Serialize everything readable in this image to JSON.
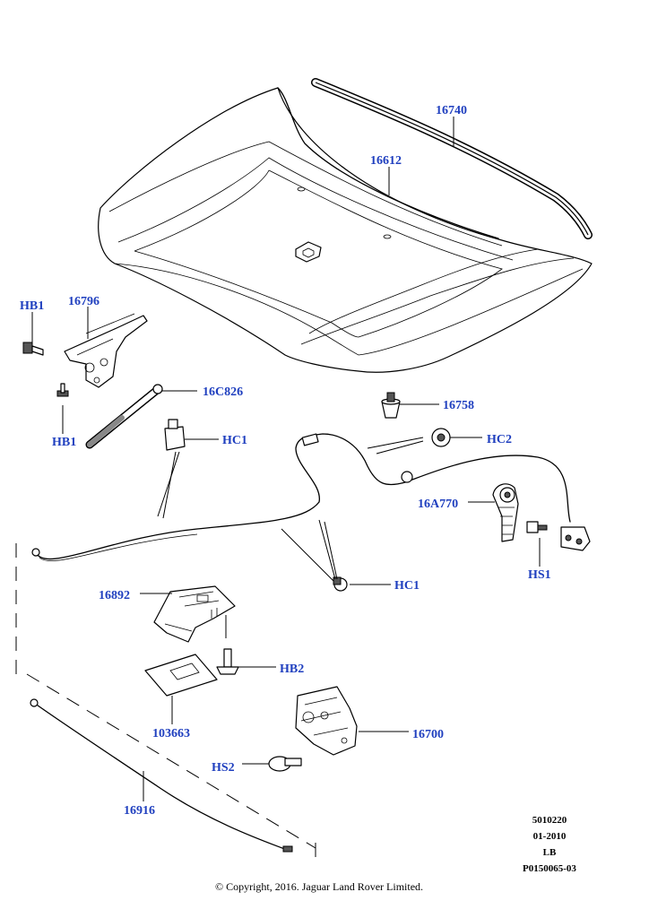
{
  "colors": {
    "label": "#1f3fbf",
    "line": "#000000",
    "background": "#ffffff"
  },
  "labels": {
    "l16740": "16740",
    "l16612": "16612",
    "hb1_top": "HB1",
    "l16796": "16796",
    "l16c826": "16C826",
    "hb1_bottom": "HB1",
    "hc1_top": "HC1",
    "l16758": "16758",
    "hc2": "HC2",
    "l16a770": "16A770",
    "hs1": "HS1",
    "l16892": "16892",
    "hc1_bottom": "HC1",
    "hb2": "HB2",
    "l103663": "103663",
    "l16700": "16700",
    "hs2": "HS2",
    "l16916": "16916"
  },
  "meta": {
    "code1": "5010220",
    "date": "01-2010",
    "side": "LB",
    "ref": "P0150065-03"
  },
  "copyright": "© Copyright, 2016. Jaguar Land Rover Limited."
}
